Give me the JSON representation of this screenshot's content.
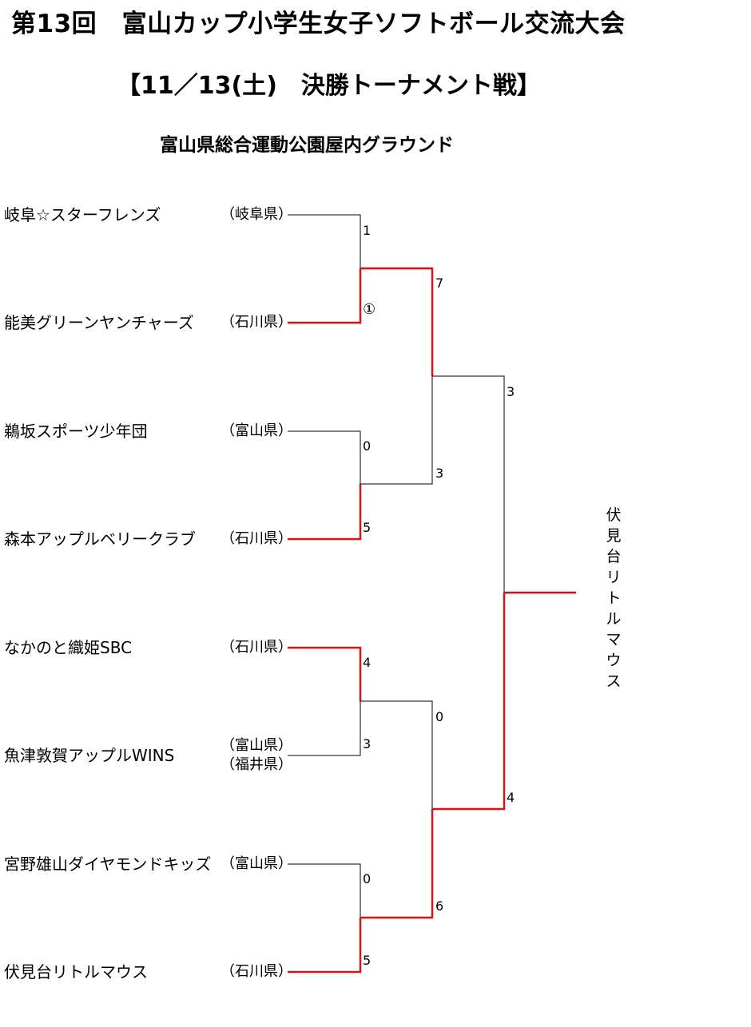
{
  "header": {
    "title": "第13回　富山カップ小学生女子ソフトボール交流大会",
    "subtitle": "【11／13(土)　決勝トーナメント戦】",
    "venue": "富山県総合運動公園屋内グラウンド"
  },
  "teams": [
    {
      "name": "岐阜☆スターフレンズ",
      "pref": "（岐阜県）"
    },
    {
      "name": "能美グリーンヤンチャーズ",
      "pref": "（石川県）"
    },
    {
      "name": "鵜坂スポーツ少年団",
      "pref": "（富山県）"
    },
    {
      "name": "森本アップルベリークラブ",
      "pref": "（石川県）"
    },
    {
      "name": "なかのと織姫SBC",
      "pref": "（石川県）"
    },
    {
      "name": "魚津敦賀アップルWINS",
      "pref": "（富山県）",
      "pref2": "（福井県）"
    },
    {
      "name": "宮野雄山ダイヤモンドキッズ",
      "pref": "（富山県）"
    },
    {
      "name": "伏見台リトルマウス",
      "pref": "（石川県）"
    }
  ],
  "scores": {
    "r1": [
      "1",
      "①",
      "0",
      "5",
      "4",
      "3",
      "0",
      "5"
    ],
    "r2": [
      "7",
      "3",
      "0",
      "6"
    ],
    "r3": [
      "3",
      "4"
    ]
  },
  "champion": [
    "伏",
    "見",
    "台",
    "リ",
    "ト",
    "ル",
    "マ",
    "ウ",
    "ス"
  ],
  "colors": {
    "winner_line": "#e01010",
    "loser_line": "#000000"
  }
}
